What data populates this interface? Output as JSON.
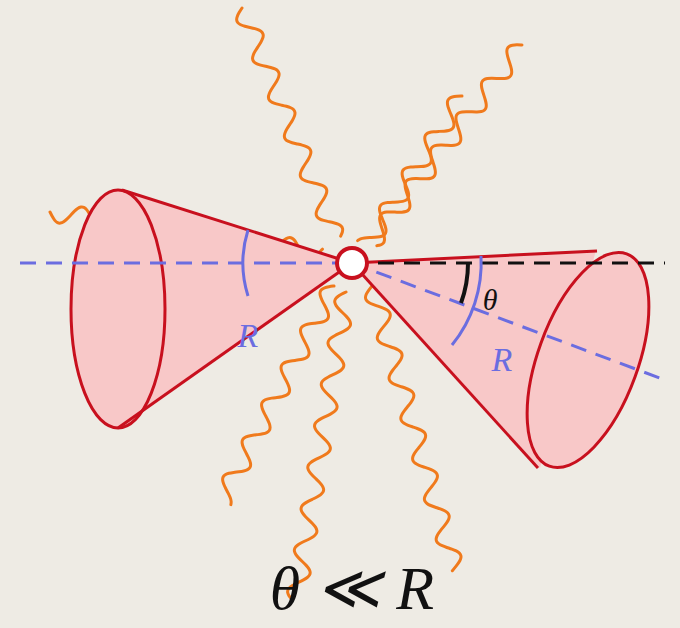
{
  "diagram": {
    "caption": "θ ≪ R",
    "labels": [
      "R",
      "R",
      "θ"
    ]
  }
}
